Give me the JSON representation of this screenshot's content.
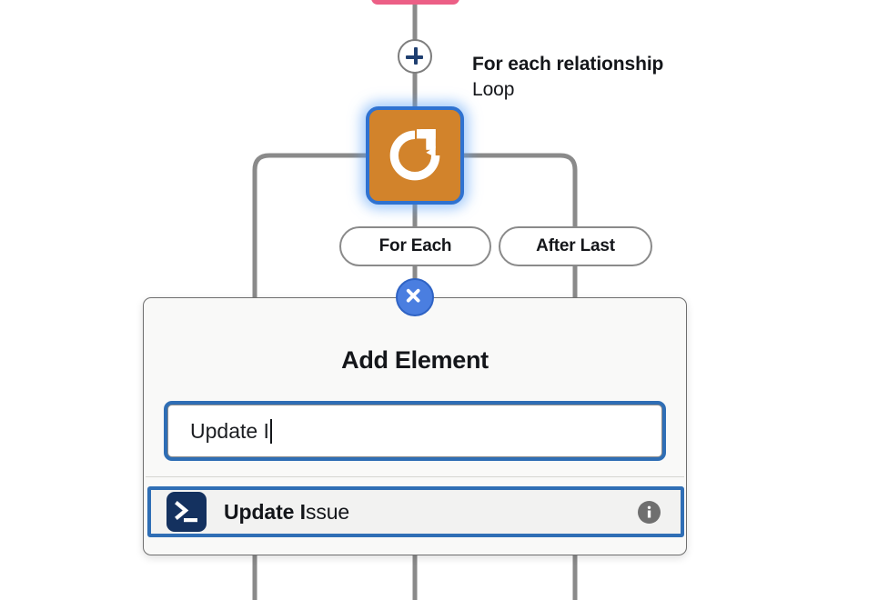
{
  "flow": {
    "node": {
      "title": "For each relationship",
      "subtitle": "Loop",
      "icon": "loop-refresh-icon",
      "color": "#d2832b",
      "selected_border_color": "#2f72d0"
    },
    "add_button_icon": "plus-icon",
    "previous_node_color": "#ec5f86",
    "branches": [
      {
        "label": "For Each"
      },
      {
        "label": "After Last"
      }
    ]
  },
  "panel": {
    "title": "Add Element",
    "close_icon": "close-x-icon",
    "close_color": "#4a7ee0",
    "search": {
      "value": "Update I",
      "placeholder": "",
      "focus_color": "#2f6eb5"
    },
    "results": [
      {
        "icon": "terminal-icon",
        "icon_color": "#14315f",
        "match_text": "Update I",
        "rest_text": "ssue",
        "info_icon": "info-circle-icon",
        "selected": true
      }
    ]
  }
}
